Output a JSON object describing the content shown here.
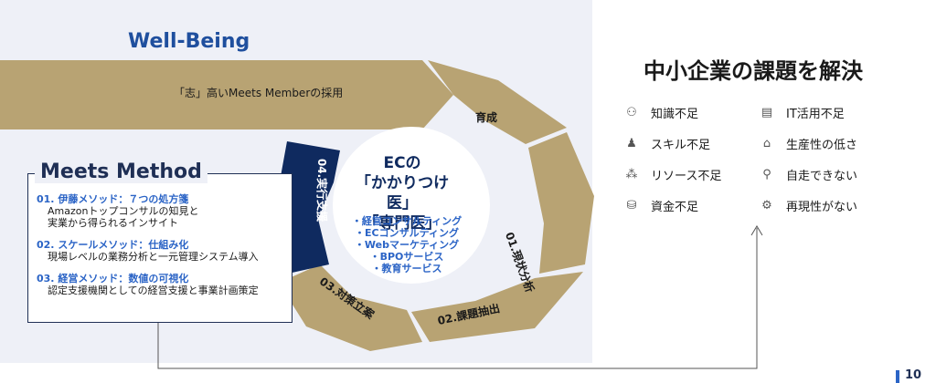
{
  "diagram": {
    "wellbeing_title": "Well-Being",
    "arrow_text": "「志」高いMeets Memberの採用",
    "segments": {
      "ikusei": "育成",
      "genjo": "01.現状分析",
      "kadai": "02.課題抽出",
      "taisaku": "03.対策立案",
      "jikko": "04.実行支援"
    },
    "center": {
      "line1": "ECの",
      "line2": "「かかりつけ医」",
      "line3": "「専門医」",
      "services": [
        "・経営コンサルティング",
        "・ECコンサルティング",
        "・Webマーケティング",
        "・BPOサービス",
        "・教育サービス"
      ]
    }
  },
  "meets_method": {
    "title": "Meets Method",
    "items": [
      {
        "heading": "01. 伊藤メソッド：７つの処方箋",
        "desc": "Amazonトップコンサルの知見と\n実業から得られるインサイト"
      },
      {
        "heading": "02. スケールメソッド：仕組み化",
        "desc": "現場レベルの業務分析と一元管理システム導入"
      },
      {
        "heading": "03. 経営メソッド：数値の可視化",
        "desc": "認定支援機関としての経営支援と事業計画策定"
      }
    ]
  },
  "issues": {
    "title": "中小企業の課題を解決",
    "left": [
      {
        "icon": "brain-icon",
        "glyph": "⚇",
        "label": "知識不足"
      },
      {
        "icon": "person-icon",
        "glyph": "♟",
        "label": "スキル不足"
      },
      {
        "icon": "network-icon",
        "glyph": "⁂",
        "label": "リソース不足"
      },
      {
        "icon": "money-icon",
        "glyph": "⛁",
        "label": "資金不足"
      }
    ],
    "right": [
      {
        "icon": "document-icon",
        "glyph": "▤",
        "label": "IT活用不足"
      },
      {
        "icon": "chart-icon",
        "glyph": "⌂",
        "label": "生産性の低さ"
      },
      {
        "icon": "runner-icon",
        "glyph": "⚲",
        "label": "自走できない"
      },
      {
        "icon": "gear-icon",
        "glyph": "⚙",
        "label": "再現性がない"
      }
    ]
  },
  "page_number": "10",
  "colors": {
    "gold": "#b8a373",
    "navy": "#0f2a5f",
    "blue": "#2b64c6",
    "panel": "#eef0f7"
  }
}
